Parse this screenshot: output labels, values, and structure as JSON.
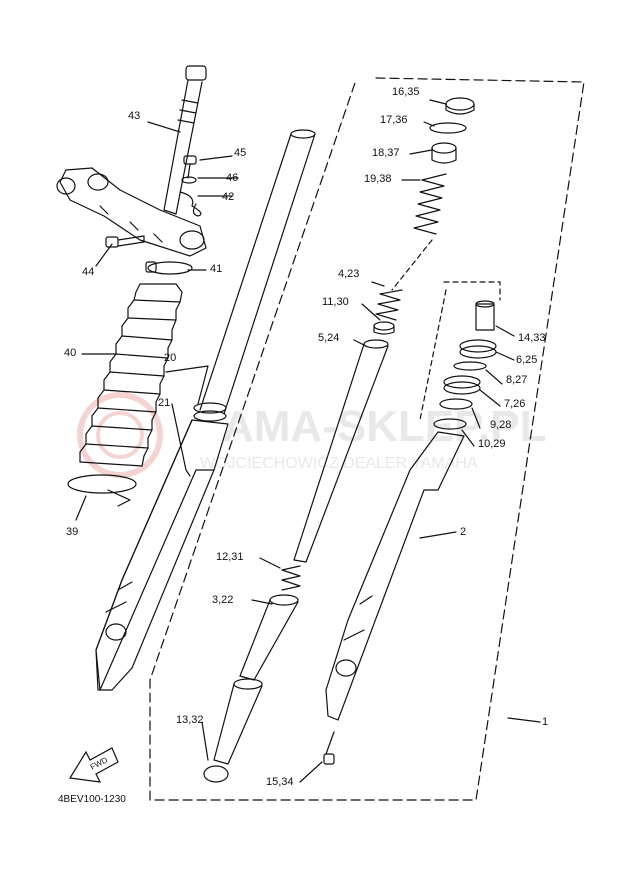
{
  "diagram": {
    "drawing_code": "4BEV100-1230",
    "fwd_label": "FWD",
    "watermark": {
      "line1": "AMA-SKLEP.PL",
      "line2": "WOJCIECHOWICZ  DEALER YAMAHA"
    },
    "callouts": [
      {
        "id": "c43",
        "text": "43"
      },
      {
        "id": "c45",
        "text": "45"
      },
      {
        "id": "c46",
        "text": "46"
      },
      {
        "id": "c42",
        "text": "42"
      },
      {
        "id": "c44",
        "text": "44"
      },
      {
        "id": "c41",
        "text": "41"
      },
      {
        "id": "c40",
        "text": "40"
      },
      {
        "id": "c20",
        "text": "20"
      },
      {
        "id": "c21",
        "text": "21"
      },
      {
        "id": "c39",
        "text": "39"
      },
      {
        "id": "c1635",
        "text": "16,35"
      },
      {
        "id": "c1736",
        "text": "17,36"
      },
      {
        "id": "c1837",
        "text": "18,37"
      },
      {
        "id": "c1938",
        "text": "19,38"
      },
      {
        "id": "c423",
        "text": "4,23"
      },
      {
        "id": "c1130",
        "text": "11,30"
      },
      {
        "id": "c524",
        "text": "5,24"
      },
      {
        "id": "c1433",
        "text": "14,33"
      },
      {
        "id": "c625",
        "text": "6,25"
      },
      {
        "id": "c827",
        "text": "8,27"
      },
      {
        "id": "c726",
        "text": "7,26"
      },
      {
        "id": "c928",
        "text": "9,28"
      },
      {
        "id": "c1029",
        "text": "10,29"
      },
      {
        "id": "c2",
        "text": "2"
      },
      {
        "id": "c1231",
        "text": "12,31"
      },
      {
        "id": "c322",
        "text": "3,22"
      },
      {
        "id": "c1332",
        "text": "13,32"
      },
      {
        "id": "c1534",
        "text": "15,34"
      },
      {
        "id": "c1",
        "text": "1"
      }
    ]
  }
}
